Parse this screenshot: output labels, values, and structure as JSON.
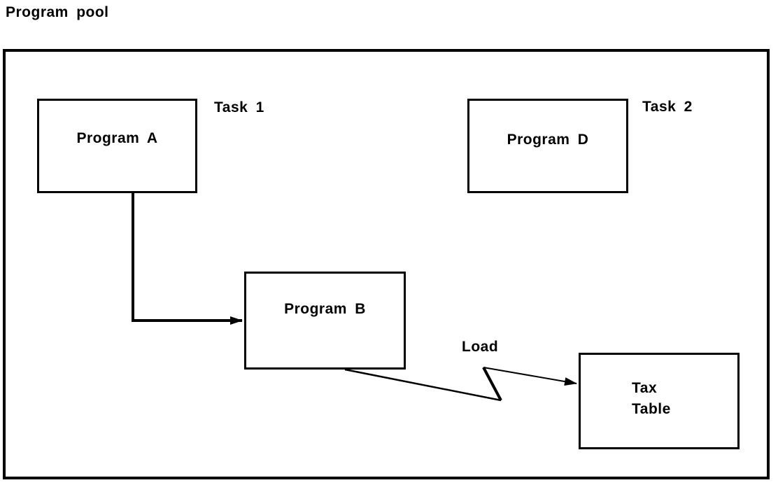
{
  "page": {
    "title": "Program pool"
  },
  "nodes": {
    "program_a": "Program A",
    "program_b": "Program B",
    "program_d": "Program D",
    "tax_table": {
      "line1": "Tax",
      "line2": "Table"
    }
  },
  "annotations": {
    "task1": "Task 1",
    "task2": "Task 2",
    "load": "Load"
  },
  "edges": [
    {
      "from": "program_a",
      "to": "program_b",
      "style": "right-angle-arrow"
    },
    {
      "from": "program_b",
      "to": "tax_table",
      "label": "Load",
      "style": "zigzag-break-arrow"
    }
  ],
  "colors": {
    "ink": "#000000",
    "background": "#ffffff"
  }
}
